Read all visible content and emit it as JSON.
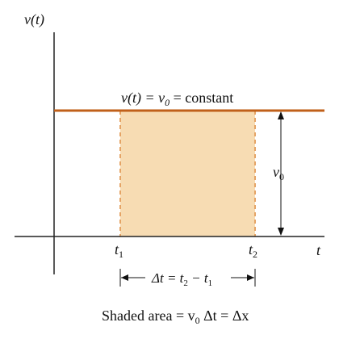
{
  "axes": {
    "y_label": "v(t)",
    "x_label": "t"
  },
  "line": {
    "label_parts": [
      "v(t) = v",
      "0",
      " = constant"
    ],
    "color": "#c0601a"
  },
  "shaded_region": {
    "fill": "#f7dcb3",
    "edge": "#e5a466"
  },
  "ticks": {
    "t1": [
      "t",
      "1"
    ],
    "t2": [
      "t",
      "2"
    ]
  },
  "height_marker": [
    "v",
    "0"
  ],
  "interval_label": [
    "Δt = t",
    "2",
    " − t",
    "1"
  ],
  "caption": [
    "Shaded area = v",
    "0",
    " Δt = Δx"
  ]
}
